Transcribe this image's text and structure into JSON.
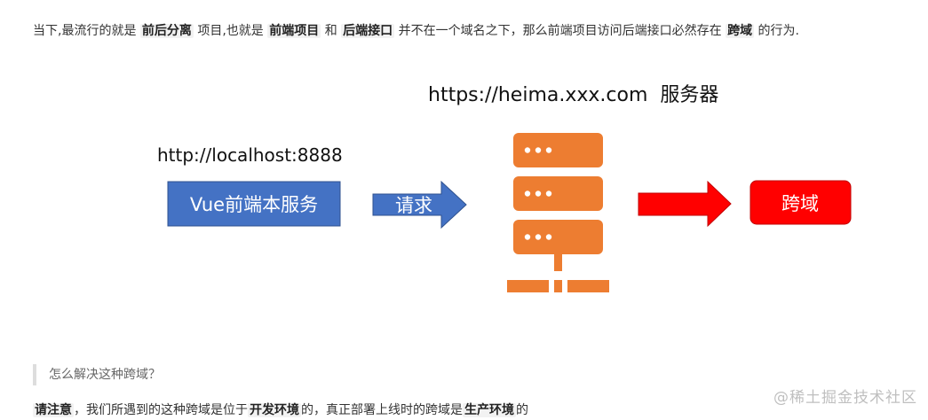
{
  "intro": {
    "t1": "当下,最流行的就是 ",
    "b1": "前后分离",
    "t2": " 项目,也就是 ",
    "b2": "前端项目",
    "t3": " 和 ",
    "b3": "后端接口",
    "t4": " 并不在一个域名之下，那么前端项目访问后端接口必然存在 ",
    "b4": "跨域",
    "t5": " 的行为."
  },
  "diagram": {
    "server_label": "https://heima.xxx.com  服务器",
    "client_url": "http://localhost:8888",
    "client_box": "Vue前端本服务",
    "request_arrow": "请求",
    "cross_domain_box": "跨域",
    "colors": {
      "client_box": "#4472C4",
      "server": "#ED7D31",
      "cross_domain_box": "#FF0000",
      "request_arrow": "#4472C4"
    }
  },
  "quote": "怎么解决这种跨域？",
  "note": {
    "b1": "请注意",
    "t1": "，我们所遇到的这种跨域是位于",
    "b2": "开发环境",
    "t2": "的，真正部署上线时的跨域是",
    "b3": "生产环境",
    "t3": "的"
  },
  "watermark": "@稀土掘金技术社区"
}
